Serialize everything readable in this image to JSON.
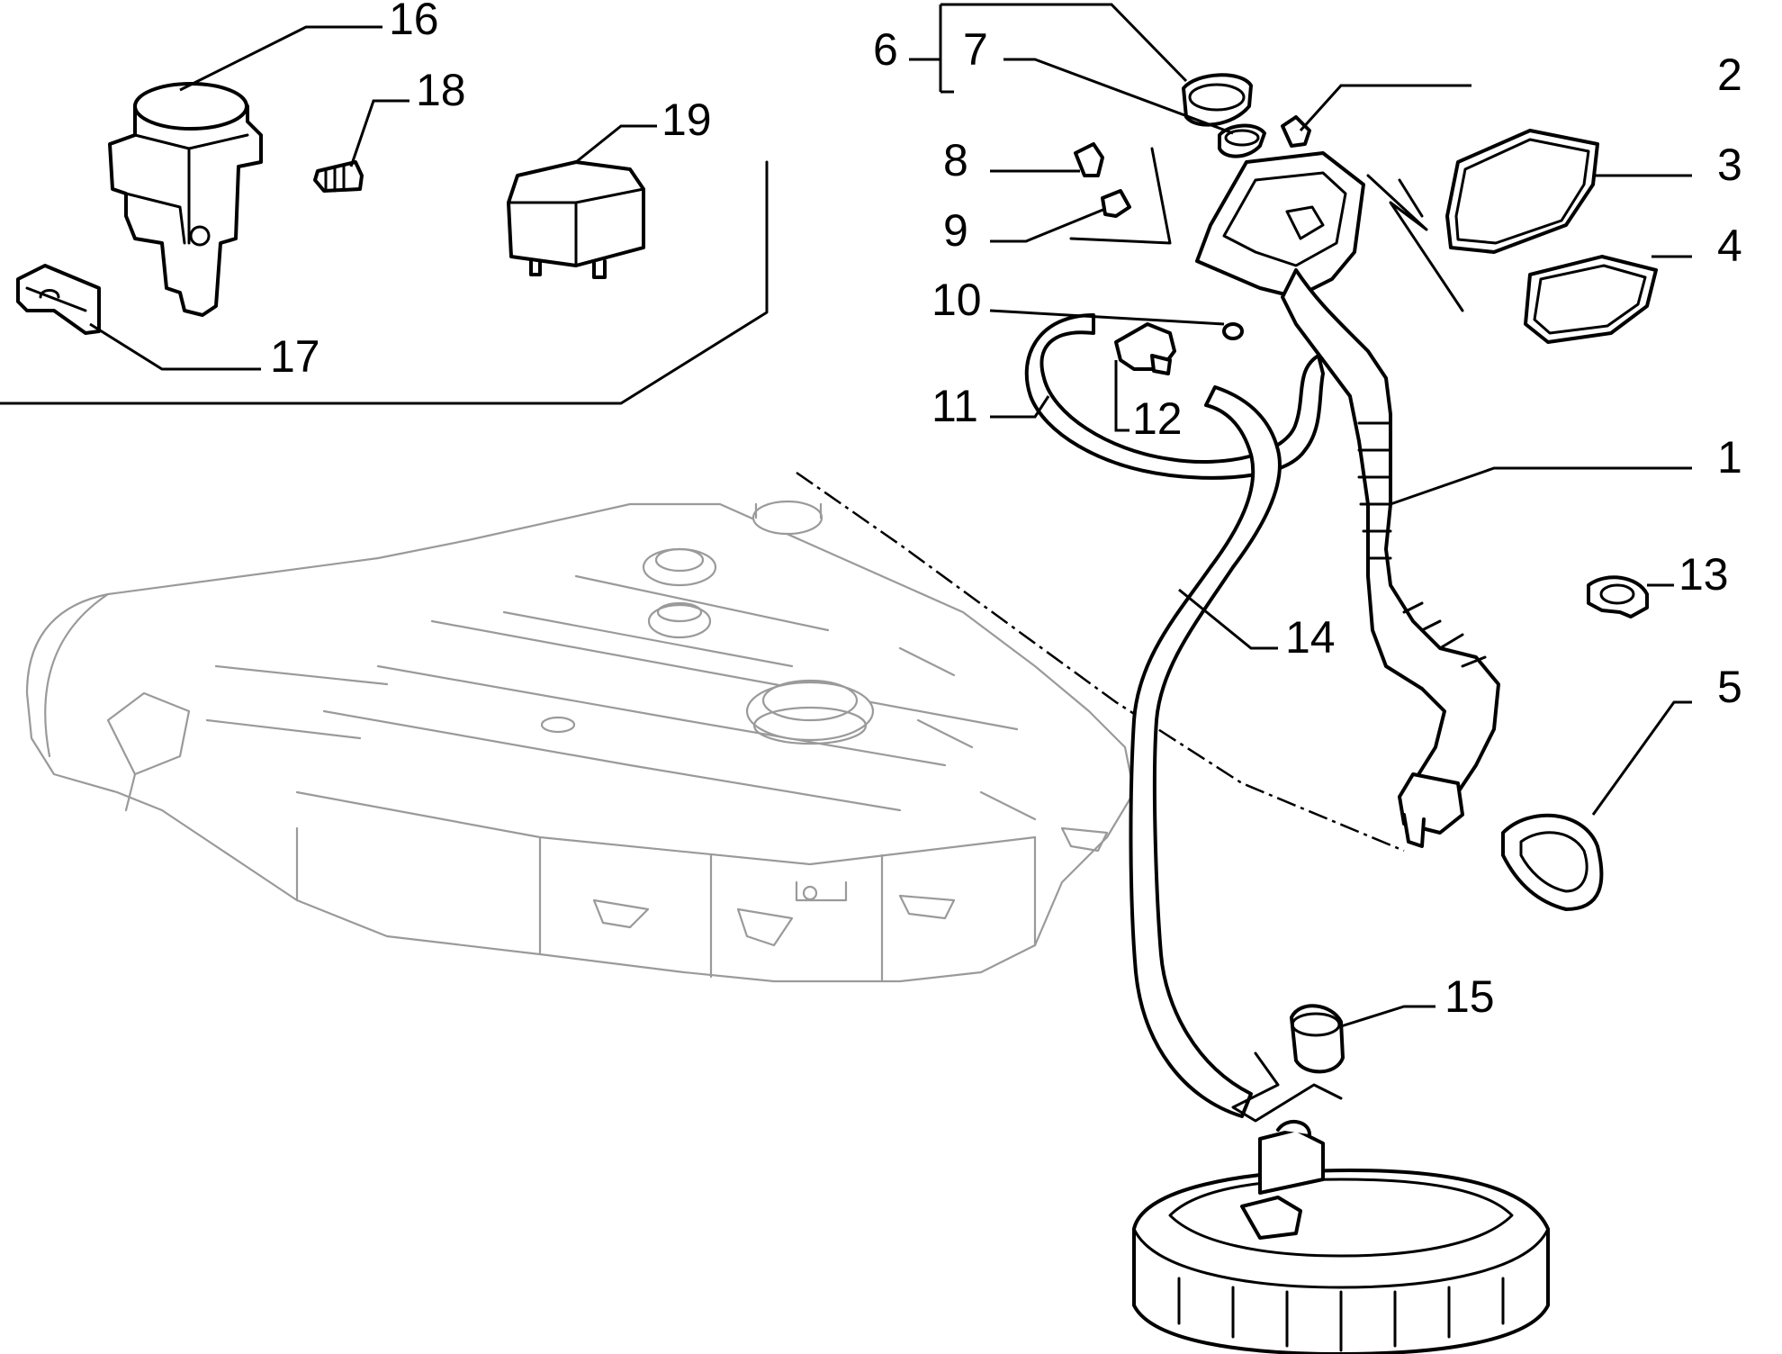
{
  "diagram": {
    "callouts": [
      {
        "id": "1",
        "label": "1"
      },
      {
        "id": "2",
        "label": "2"
      },
      {
        "id": "3",
        "label": "3"
      },
      {
        "id": "4",
        "label": "4"
      },
      {
        "id": "5",
        "label": "5"
      },
      {
        "id": "6",
        "label": "6"
      },
      {
        "id": "7",
        "label": "7"
      },
      {
        "id": "8",
        "label": "8"
      },
      {
        "id": "9",
        "label": "9"
      },
      {
        "id": "10",
        "label": "10"
      },
      {
        "id": "11",
        "label": "11"
      },
      {
        "id": "12",
        "label": "12"
      },
      {
        "id": "13",
        "label": "13"
      },
      {
        "id": "14",
        "label": "14"
      },
      {
        "id": "15",
        "label": "15"
      },
      {
        "id": "16",
        "label": "16"
      },
      {
        "id": "17",
        "label": "17"
      },
      {
        "id": "18",
        "label": "18"
      },
      {
        "id": "19",
        "label": "19"
      }
    ]
  }
}
